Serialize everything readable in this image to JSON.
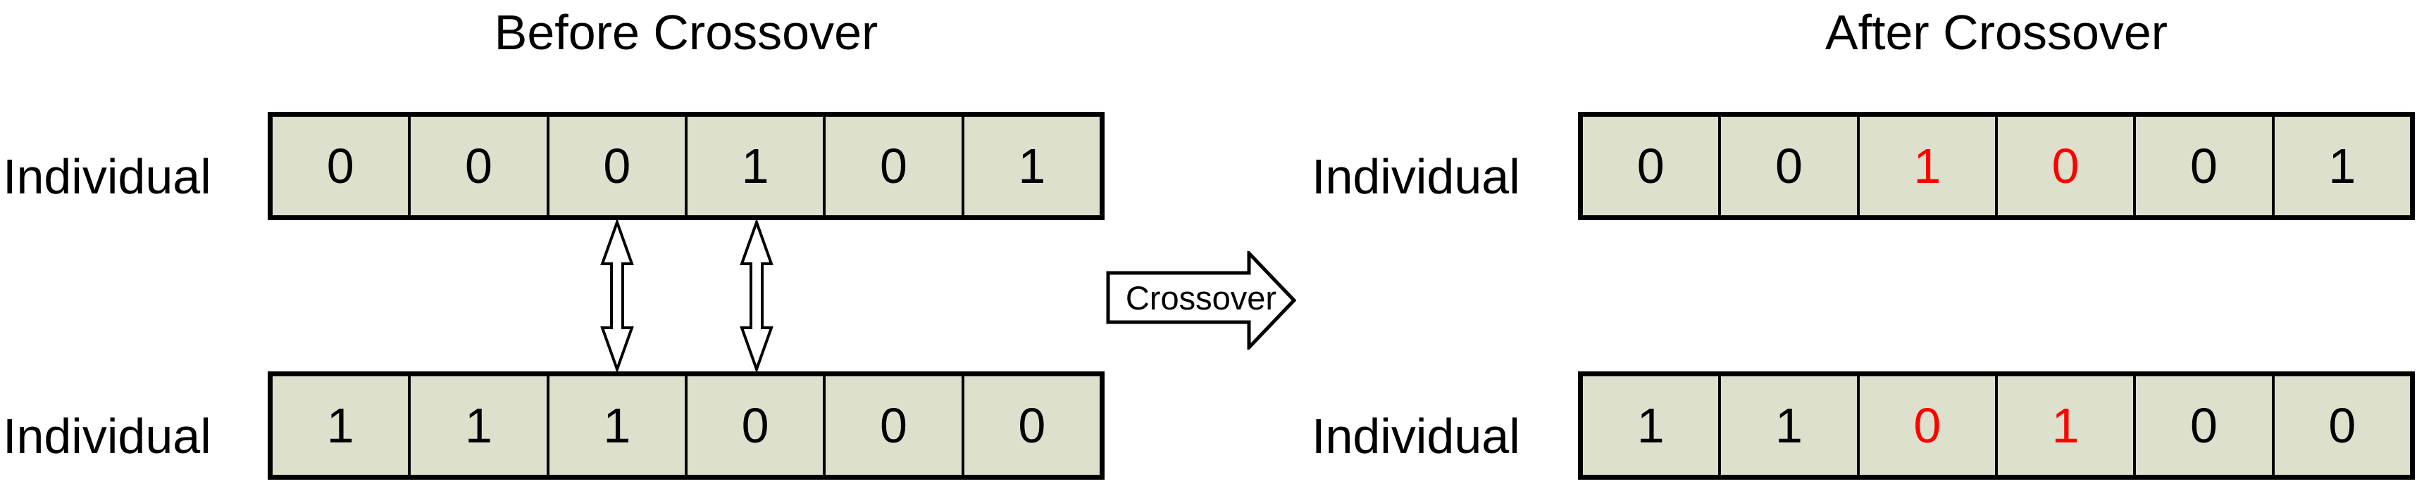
{
  "panels": {
    "before": {
      "title": "Before Crossover",
      "rows": [
        {
          "label": "Individual",
          "genes": [
            {
              "value": "0",
              "highlight": false
            },
            {
              "value": "0",
              "highlight": false
            },
            {
              "value": "0",
              "highlight": false
            },
            {
              "value": "1",
              "highlight": false
            },
            {
              "value": "0",
              "highlight": false
            },
            {
              "value": "1",
              "highlight": false
            }
          ]
        },
        {
          "label": "Individual",
          "genes": [
            {
              "value": "1",
              "highlight": false
            },
            {
              "value": "1",
              "highlight": false
            },
            {
              "value": "1",
              "highlight": false
            },
            {
              "value": "0",
              "highlight": false
            },
            {
              "value": "0",
              "highlight": false
            },
            {
              "value": "0",
              "highlight": false
            }
          ]
        }
      ]
    },
    "after": {
      "title": "After Crossover",
      "rows": [
        {
          "label": "Individual",
          "genes": [
            {
              "value": "0",
              "highlight": false
            },
            {
              "value": "0",
              "highlight": false
            },
            {
              "value": "1",
              "highlight": true
            },
            {
              "value": "0",
              "highlight": true
            },
            {
              "value": "0",
              "highlight": false
            },
            {
              "value": "1",
              "highlight": false
            }
          ]
        },
        {
          "label": "Individual",
          "genes": [
            {
              "value": "1",
              "highlight": false
            },
            {
              "value": "1",
              "highlight": false
            },
            {
              "value": "0",
              "highlight": true
            },
            {
              "value": "1",
              "highlight": true
            },
            {
              "value": "0",
              "highlight": false
            },
            {
              "value": "0",
              "highlight": false
            }
          ]
        }
      ]
    }
  },
  "crossover_arrow": {
    "label": "Crossover"
  },
  "swap_indicator": {
    "swapped_cell_positions": [
      3,
      4
    ]
  },
  "colors": {
    "cell_fill": "#dde0cc",
    "border": "#000000",
    "digit": "#000000",
    "highlight_digit": "#ff0000",
    "background": "#ffffff"
  }
}
